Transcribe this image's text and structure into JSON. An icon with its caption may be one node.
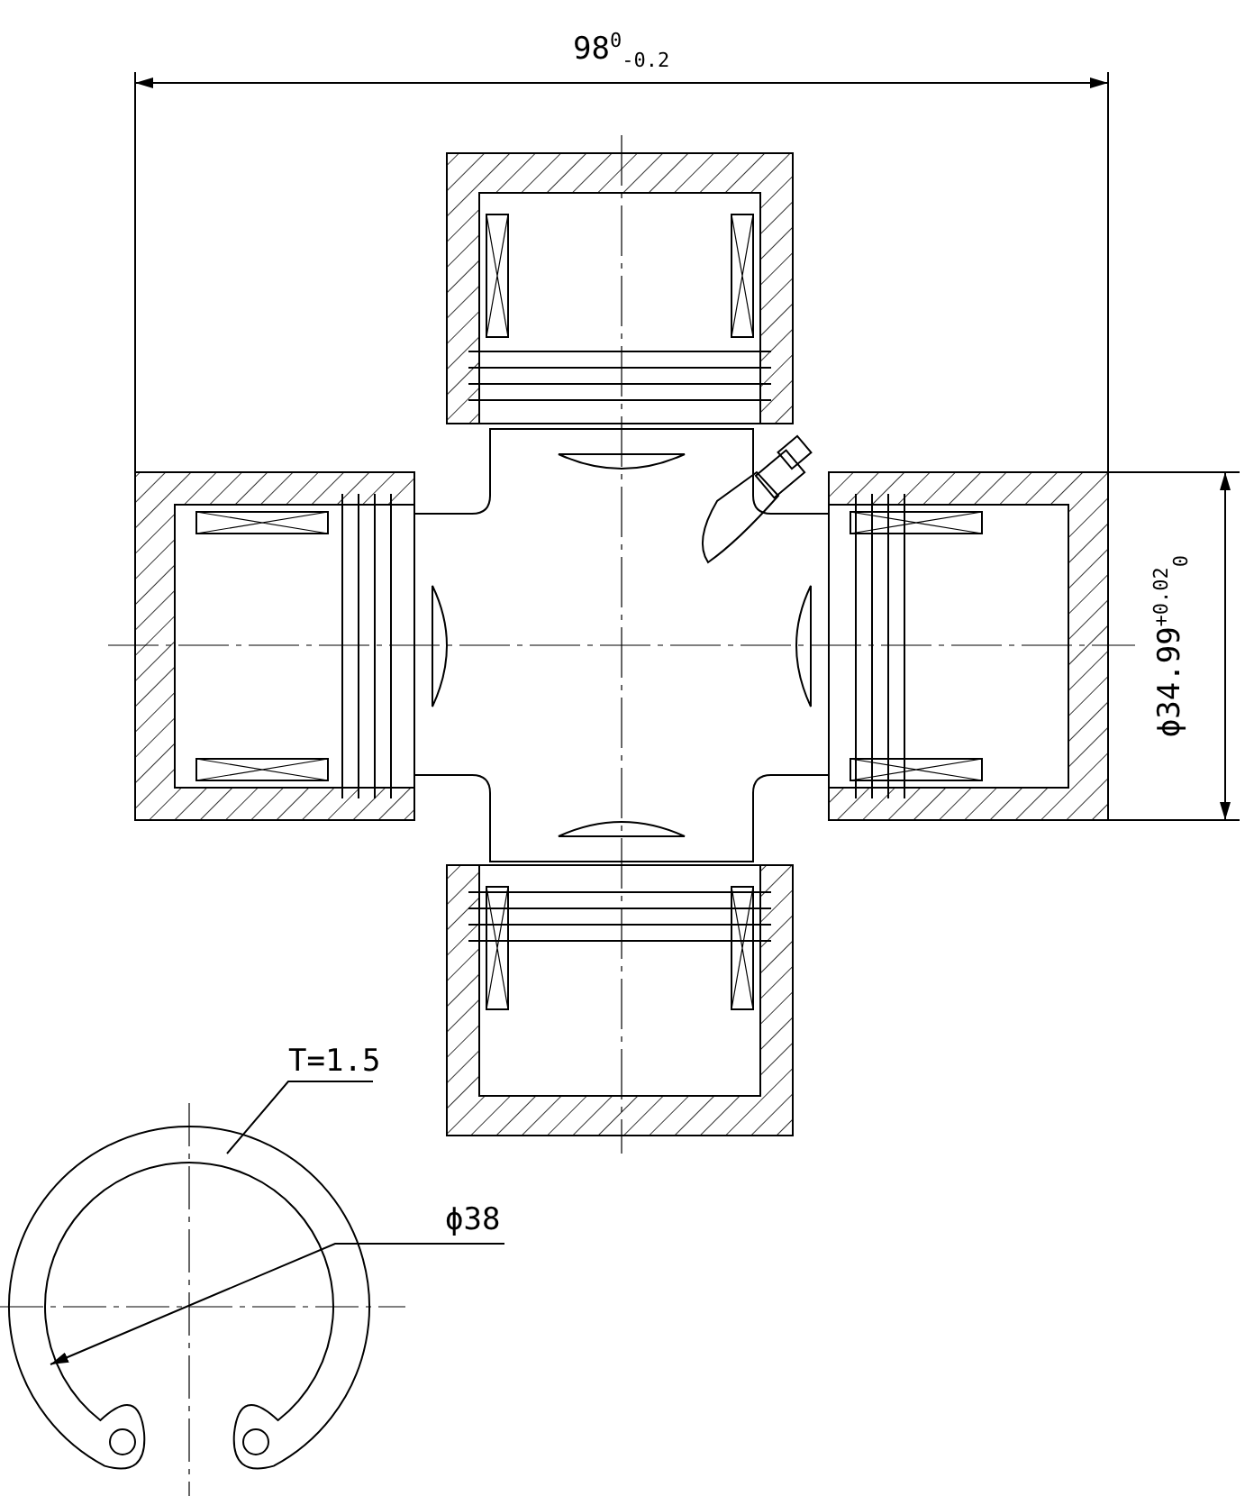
{
  "diagram": {
    "nodes": [
      {
        "text": [
          "T=1.5"
        ]
      },
      {
        "text": [],
        "shape": "picture"
      }
    ],
    "edges": [
      {
        "from": 0,
        "to": 1,
        "arrow": "none"
      }
    ],
    "labels": [
      "98$^{0}$$_{-0.2}$",
      "ϕ34.99$^{+0.02}$$_{0}$",
      "ϕ38"
    ]
  }
}
